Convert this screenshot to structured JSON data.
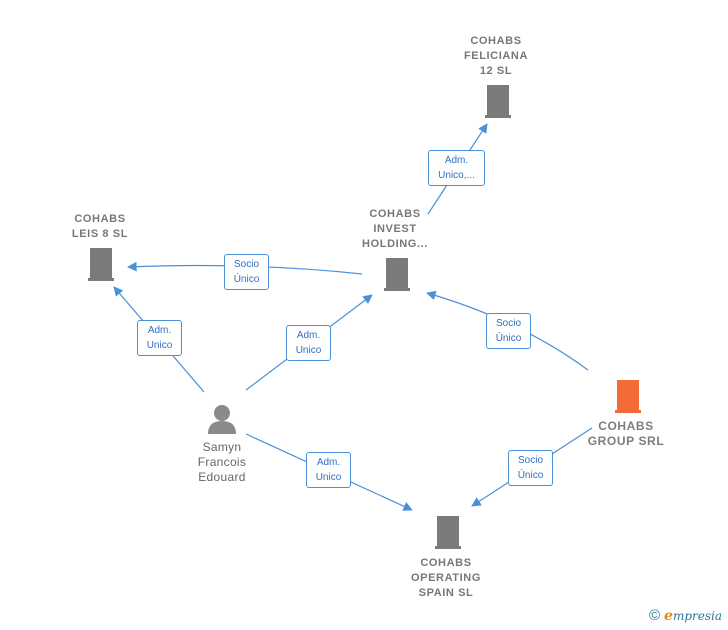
{
  "nodes": {
    "cohabs_feliciana": {
      "lines": [
        "COHABS",
        "FELICIANA",
        "12  SL"
      ],
      "kind": "company"
    },
    "cohabs_leis": {
      "lines": [
        "COHABS",
        "LEIS 8  SL"
      ],
      "kind": "company"
    },
    "cohabs_invest": {
      "lines": [
        "COHABS",
        "INVEST",
        "HOLDING..."
      ],
      "kind": "company"
    },
    "cohabs_group": {
      "lines": [
        "COHABS",
        "GROUP SRL"
      ],
      "kind": "company-focus"
    },
    "samyn": {
      "lines": [
        "Samyn",
        "Francois",
        "Edouard"
      ],
      "kind": "person"
    },
    "cohabs_operating": {
      "lines": [
        "COHABS",
        "OPERATING",
        "SPAIN  SL"
      ],
      "kind": "company"
    }
  },
  "edges": {
    "invest_to_feliciana": {
      "lines": [
        "Adm.",
        "Unico,..."
      ]
    },
    "invest_to_leis": {
      "lines": [
        "Socio",
        "Único"
      ]
    },
    "samyn_to_leis": {
      "lines": [
        "Adm.",
        "Unico"
      ]
    },
    "samyn_to_invest": {
      "lines": [
        "Adm.",
        "Unico"
      ]
    },
    "group_to_invest": {
      "lines": [
        "Socio",
        "Único"
      ]
    },
    "group_to_operating": {
      "lines": [
        "Socio",
        "Único"
      ]
    },
    "samyn_to_operating": {
      "lines": [
        "Adm.",
        "Unico"
      ]
    }
  },
  "colors": {
    "edge": "#4a90d9",
    "company_icon": "#7a7a7a",
    "focus_icon": "#f26a35",
    "person_icon": "#8a8a8a"
  },
  "footer": {
    "symbol": "©",
    "brand_initial": "e",
    "brand_rest": "mpresia"
  }
}
